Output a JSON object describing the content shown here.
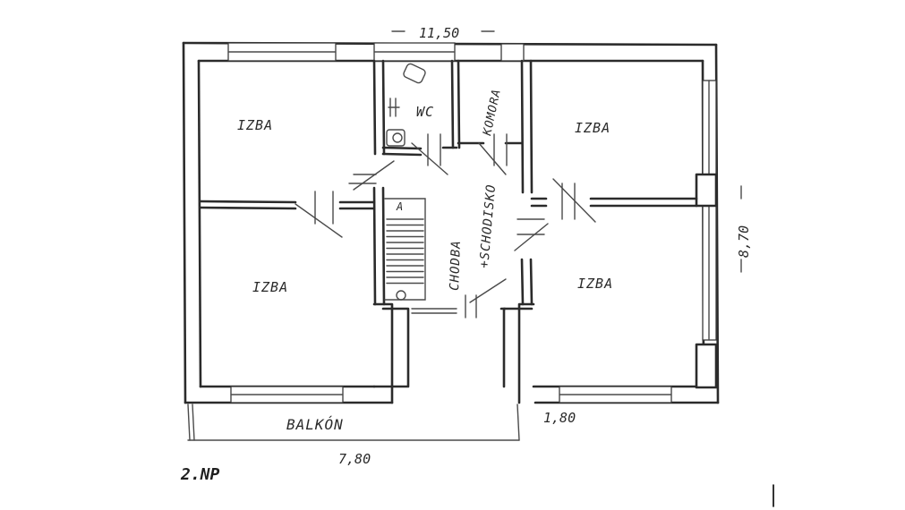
{
  "labels": {
    "room_top_left": "IZBA",
    "room_top_right": "IZBA",
    "room_bottom_left": "IZBA",
    "room_bottom_right": "IZBA",
    "wc": "WC",
    "komora": "KOMORA",
    "chodba": "CHODBA",
    "schodisko": "+SCHODISKO",
    "stair_arrow": "A",
    "balkon": "BALKÓN"
  },
  "dimensions": {
    "width_top": "11,50",
    "height_right": "8,70",
    "balcony_width": "7,80",
    "balcony_depth": "1,80"
  },
  "floor_label": "2.NP",
  "colors": {
    "line": "#2b2b2b",
    "paper": "#ffffff"
  }
}
